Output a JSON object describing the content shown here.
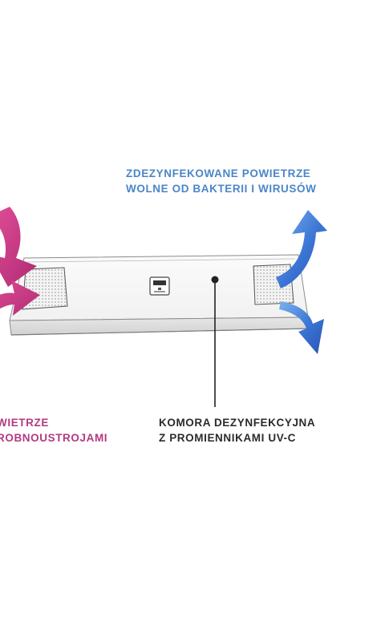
{
  "labels": {
    "clean_air": {
      "line1": "ZDEZYNFEKOWANE POWIETRZE",
      "line2": "WOLNE OD BAKTERII I WIRUSÓW"
    },
    "dirty_air": {
      "line1": "WIETRZE",
      "line2": "ROBNOUSTROJAMI"
    },
    "chamber": {
      "line1": "KOMORA DEZYNFEKCYJNA",
      "line2": "Z PROMIENNIKAMI UV-C"
    }
  },
  "colors": {
    "clean_air": "#4a86c8",
    "dirty_air": "#b23a82",
    "chamber": "#2b2b2b",
    "arrow_blue": "#3a74d4",
    "arrow_pink": "#c83584"
  },
  "icons": {
    "arrows_in": "curved-inlet-arrow-icon",
    "arrows_out": "curved-outlet-arrow-icon",
    "control_panel": "control-panel-icon"
  }
}
